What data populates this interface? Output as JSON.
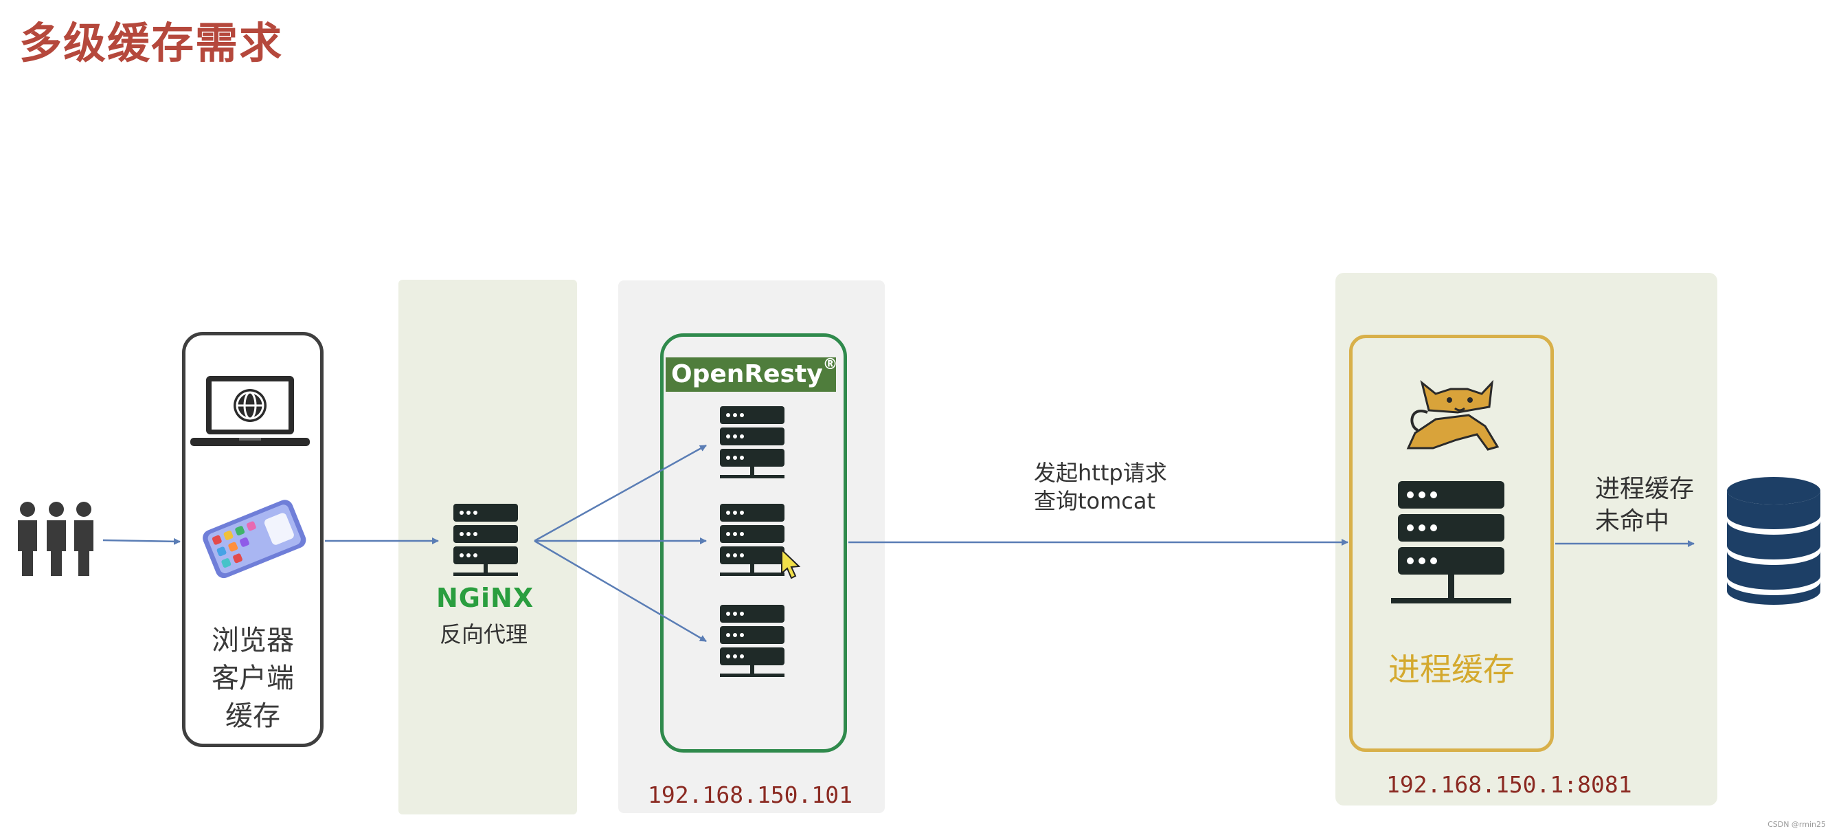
{
  "title": "多级缓存需求",
  "browser": {
    "line1": "浏览器",
    "line2": "客户端",
    "line3": "缓存"
  },
  "nginx": {
    "logo": "NGiNX",
    "label": "反向代理"
  },
  "openresty": {
    "logo": "OpenResty",
    "reg": "®",
    "ip": "192.168.150.101"
  },
  "edge_label": {
    "line1": "发起http请求",
    "line2": "查询tomcat"
  },
  "tomcat": {
    "label": "进程缓存",
    "ip": "192.168.150.1:8081"
  },
  "miss_label": {
    "line1": "进程缓存",
    "line2": "未命中"
  },
  "watermark": "CSDN @rmin25",
  "colors": {
    "title": "#b5483c",
    "openresty_border": "#2f8a4c",
    "tomcat_border": "#d8b04a",
    "ip_text": "#8b2a22",
    "arrow": "#5a7db5",
    "database": "#1d3f66",
    "server_icon": "#1f2a28"
  },
  "icons": [
    "users-icon",
    "laptop-globe-icon",
    "phone-icon",
    "server-icon",
    "tomcat-cat-icon",
    "database-icon"
  ]
}
